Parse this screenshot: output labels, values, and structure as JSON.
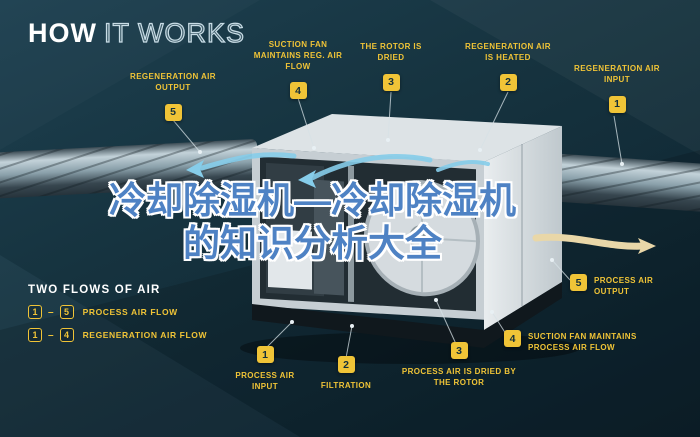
{
  "title": {
    "bold": "HOW",
    "light": "IT WORKS"
  },
  "overlay": {
    "line1": "冷却除湿机—冷却除湿机",
    "line2": "的知识分析大全"
  },
  "callouts": [
    {
      "num": "5",
      "label": "REGENERATION AIR OUTPUT"
    },
    {
      "num": "4",
      "label": "SUCTION FAN MAINTAINS REG. AIR FLOW"
    },
    {
      "num": "3",
      "label": "THE ROTOR IS DRIED"
    },
    {
      "num": "2",
      "label": "REGENERATION AIR IS HEATED"
    },
    {
      "num": "1",
      "label": "REGENERATION AIR INPUT"
    },
    {
      "num": "5",
      "label": "PROCESS AIR OUTPUT"
    },
    {
      "num": "4",
      "label": "SUCTION FAN MAINTAINS PROCESS AIR FLOW"
    },
    {
      "num": "3",
      "label": "PROCESS AIR IS DRIED BY THE ROTOR"
    },
    {
      "num": "2",
      "label": "FILTRATION"
    },
    {
      "num": "1",
      "label": "PROCESS AIR INPUT"
    }
  ],
  "legend": {
    "title": "TWO FLOWS OF AIR",
    "dash": "–",
    "items": [
      {
        "from": "1",
        "to": "5",
        "label": "PROCESS AIR FLOW"
      },
      {
        "from": "1",
        "to": "4",
        "label": "REGENERATION AIR FLOW"
      }
    ]
  },
  "colors": {
    "background": "#16333f",
    "accent_yellow": "#f0c437",
    "overlay_blue": "#4e82c4",
    "airflow_blue": "#86cdea",
    "airflow_tan": "#e9d7a8"
  }
}
